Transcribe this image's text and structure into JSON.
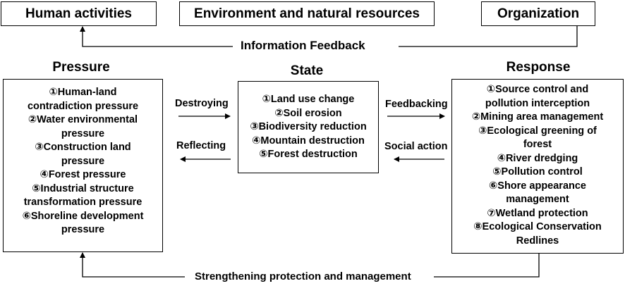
{
  "top": {
    "human": "Human activities",
    "environment": "Environment and natural resources",
    "organization": "Organization"
  },
  "feedback_label": "Information Feedback",
  "bottom_label": "Strengthening protection and management",
  "pressure": {
    "title": "Pressure",
    "lines": [
      "①Human-land",
      "contradiction pressure",
      "②Water environmental",
      "pressure",
      "③Construction land",
      "pressure",
      "④Forest pressure",
      "⑤Industrial structure",
      "transformation pressure",
      "⑥Shoreline development",
      "pressure"
    ]
  },
  "state": {
    "title": "State",
    "lines": [
      "①Land use change",
      "②Soil erosion",
      "③Biodiversity reduction",
      "④Mountain destruction",
      "⑤Forest destruction"
    ]
  },
  "response": {
    "title": "Response",
    "lines": [
      "①Source control and",
      "pollution interception",
      "②Mining area management",
      "③Ecological greening of",
      "forest",
      "④River dredging",
      "⑤Pollution control",
      "⑥Shore appearance",
      "management",
      "⑦Wetland protection",
      "⑧Ecological Conservation",
      "Redlines"
    ]
  },
  "arrows": {
    "destroying": "Destroying",
    "reflecting": "Reflecting",
    "feedbacking": "Feedbacking",
    "social_action": "Social action"
  }
}
